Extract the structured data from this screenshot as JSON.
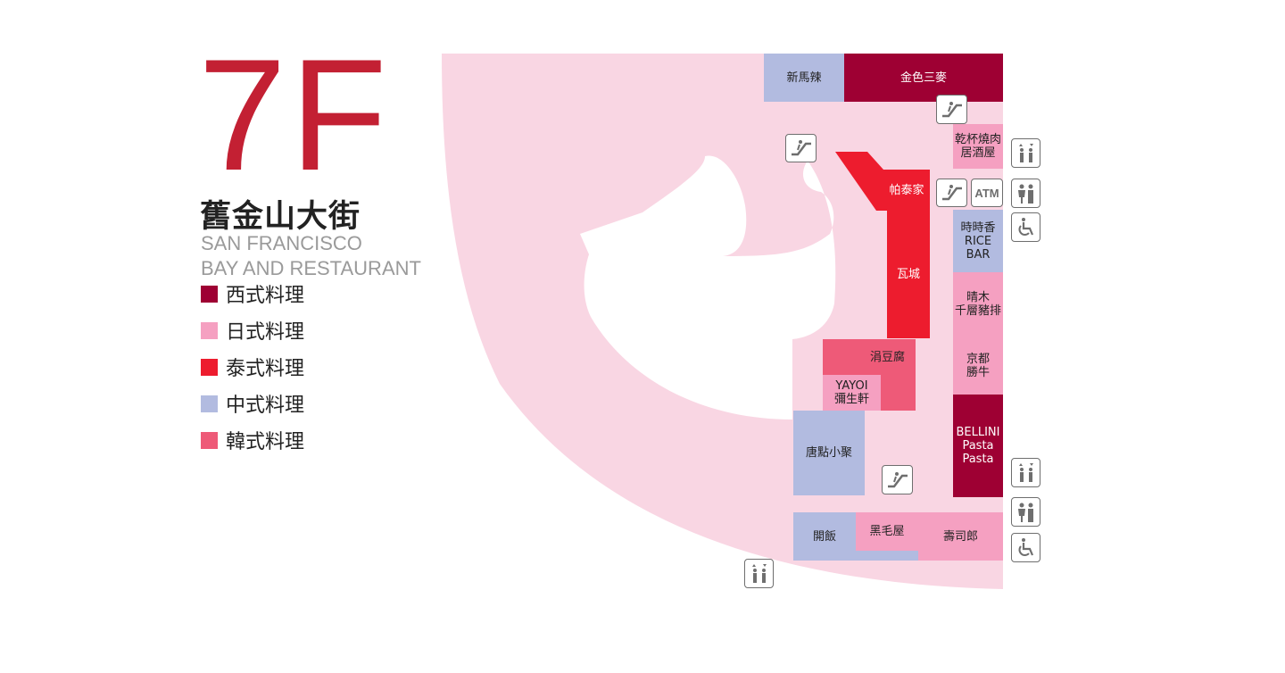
{
  "floor": "7F",
  "title_cn": "舊金山大街",
  "title_en_line1": "SAN FRANCISCO",
  "title_en_line2": "BAY AND RESTAURANT",
  "legend": [
    {
      "label": "西式料理",
      "color": "#9e0033"
    },
    {
      "label": "日式料理",
      "color": "#f5a0c1"
    },
    {
      "label": "泰式料理",
      "color": "#ed1c2e"
    },
    {
      "label": "中式料理",
      "color": "#b2bbe0"
    },
    {
      "label": "韓式料理",
      "color": "#ee5a78"
    }
  ],
  "stores": {
    "xinmala": "新馬辣",
    "jinse": "金色三麥",
    "qianbei": "乾杯燒肉\n居酒屋",
    "patai": "帕泰家",
    "wacheng": "瓦城",
    "shishixiang": "時時香\nRICE BAR",
    "qingmu": "晴木\n千層豬排",
    "juandoufu": "涓豆腐",
    "yayoi": "YAYOI\n彌生軒",
    "jingdu": "京都\n勝牛",
    "tangdian": "唐點小聚",
    "bellini": "BELLINI\nPasta\nPasta",
    "kaifan": "開飯",
    "heimaowu": "黑毛屋",
    "shousilang": "壽司郎"
  },
  "icon_labels": {
    "atm": "ATM"
  },
  "colors": {
    "floor_fill": "#f9d6e3",
    "title_red": "#c32033"
  }
}
